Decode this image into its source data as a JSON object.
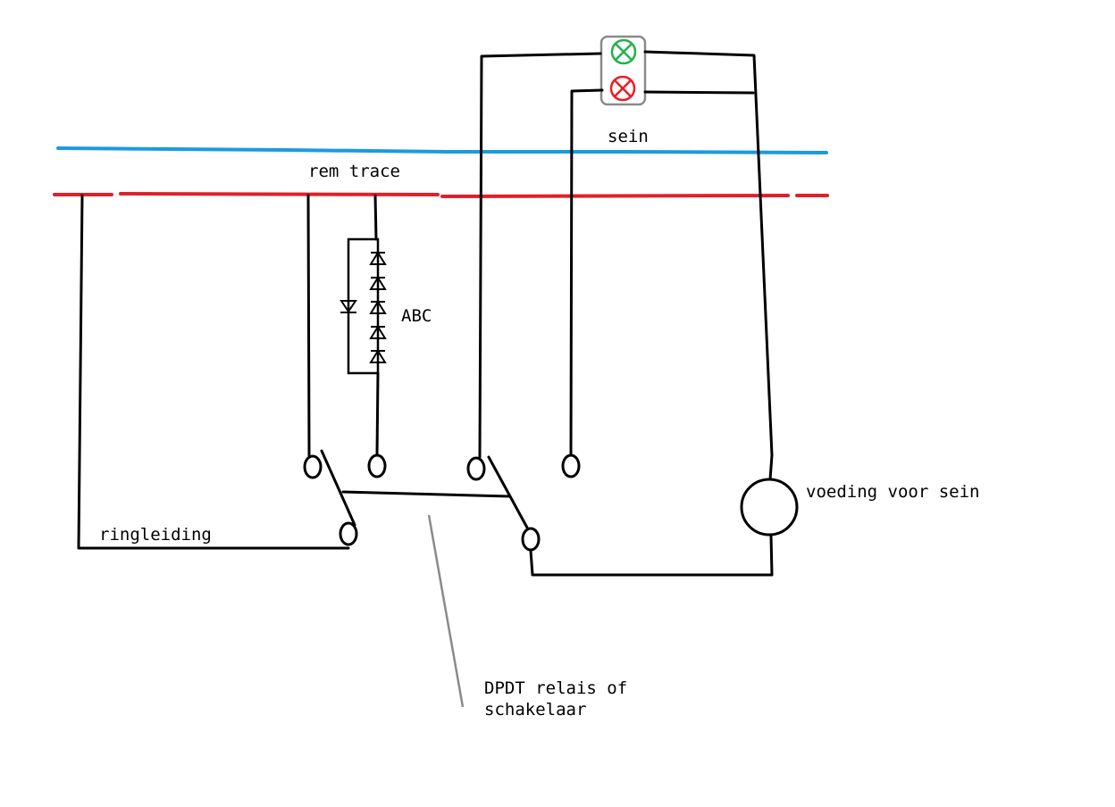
{
  "labels": {
    "signal": "sein",
    "brake_section": "rem trace",
    "diodes": "ABC",
    "ring_line": "ringleiding",
    "signal_supply": "voeding voor sein",
    "relay_line1": "DPDT relais of",
    "relay_line2": "schakelaar"
  },
  "colors": {
    "rail_top": "#1a9be0",
    "rail_bottom": "#e0202a",
    "lamp_green": "#22b14c",
    "lamp_red": "#ed1c24",
    "signal_housing": "#8a8a8a",
    "pointer": "#8a8a8a",
    "wire": "#000000"
  }
}
